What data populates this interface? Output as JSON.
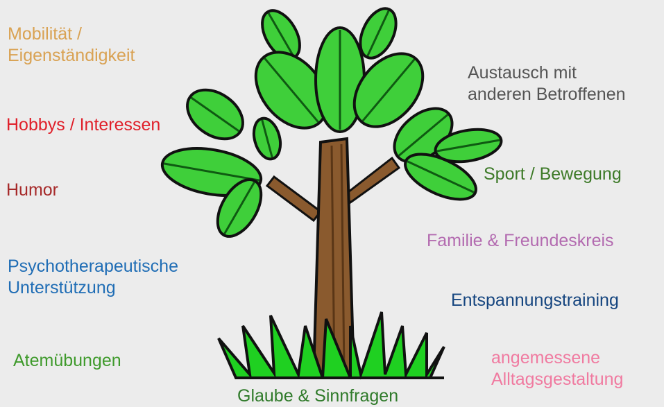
{
  "labels": {
    "mobilitaet": {
      "lines": [
        "Mobilität /",
        "Eigenständigkeit"
      ],
      "color": "#d9a253"
    },
    "hobbys": {
      "lines": [
        "Hobbys / Interessen"
      ],
      "color": "#e0202a"
    },
    "humor": {
      "lines": [
        "Humor"
      ],
      "color": "#a62a2a"
    },
    "psycho": {
      "lines": [
        "Psychotherapeutische",
        "Unterstützung"
      ],
      "color": "#1f6db5"
    },
    "atem": {
      "lines": [
        "Atemübungen"
      ],
      "color": "#3f9a2c"
    },
    "austausch": {
      "lines": [
        "Austausch mit",
        "anderen Betroffenen"
      ],
      "color": "#555555"
    },
    "sport": {
      "lines": [
        "Sport / Bewegung"
      ],
      "color": "#3d7a28"
    },
    "familie": {
      "lines": [
        "Familie & Freundeskreis"
      ],
      "color": "#b36bb0"
    },
    "entspannung": {
      "lines": [
        "Entspannungstraining"
      ],
      "color": "#15457f"
    },
    "alltag": {
      "lines": [
        "angemessene",
        "Alltagsgestaltung"
      ],
      "color": "#f07aa0"
    },
    "glaube": {
      "lines": [
        "Glaube & Sinnfragen"
      ],
      "color": "#2f7a2a"
    }
  },
  "colors": {
    "leaf": "#3fcf3a",
    "leaf_dark": "#0f5a12",
    "trunk": "#8a5a2e",
    "trunk_dark": "#5a3616",
    "grass": "#1fd021",
    "outline": "#111111"
  }
}
